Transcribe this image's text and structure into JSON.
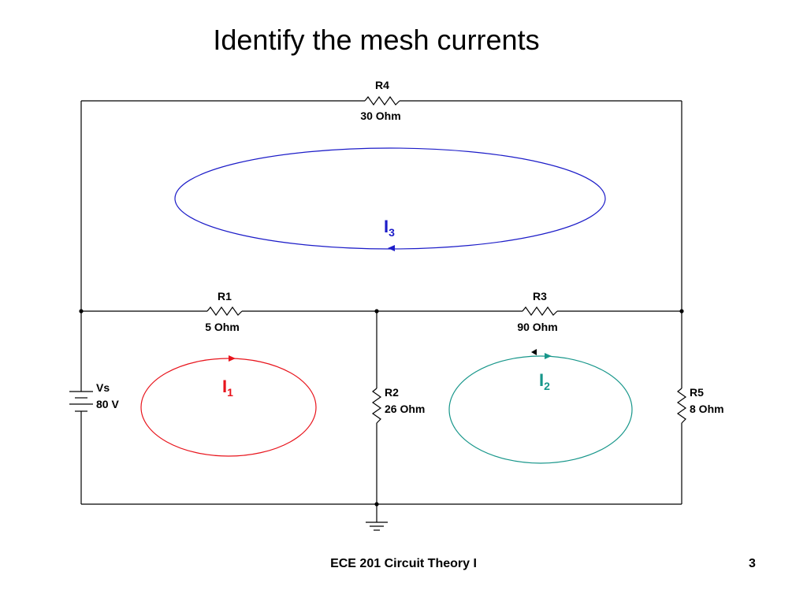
{
  "title": "Identify the mesh currents",
  "components": {
    "r4": {
      "name": "R4",
      "value": "30 Ohm"
    },
    "r1": {
      "name": "R1",
      "value": "5 Ohm"
    },
    "r3": {
      "name": "R3",
      "value": "90 Ohm"
    },
    "r2": {
      "name": "R2",
      "value": "26 Ohm"
    },
    "r5": {
      "name": "R5",
      "value": "8 Ohm"
    },
    "vs": {
      "name": "Vs",
      "value": "80 V"
    }
  },
  "mesh_currents": {
    "i1": {
      "symbol": "I",
      "subscript": "1",
      "color": "#e8141c"
    },
    "i2": {
      "symbol": "I",
      "subscript": "2",
      "color": "#17968a"
    },
    "i3": {
      "symbol": "I",
      "subscript": "3",
      "color": "#1c1cc8"
    }
  },
  "footer": {
    "course": "ECE 201 Circuit Theory I",
    "page": "3"
  }
}
